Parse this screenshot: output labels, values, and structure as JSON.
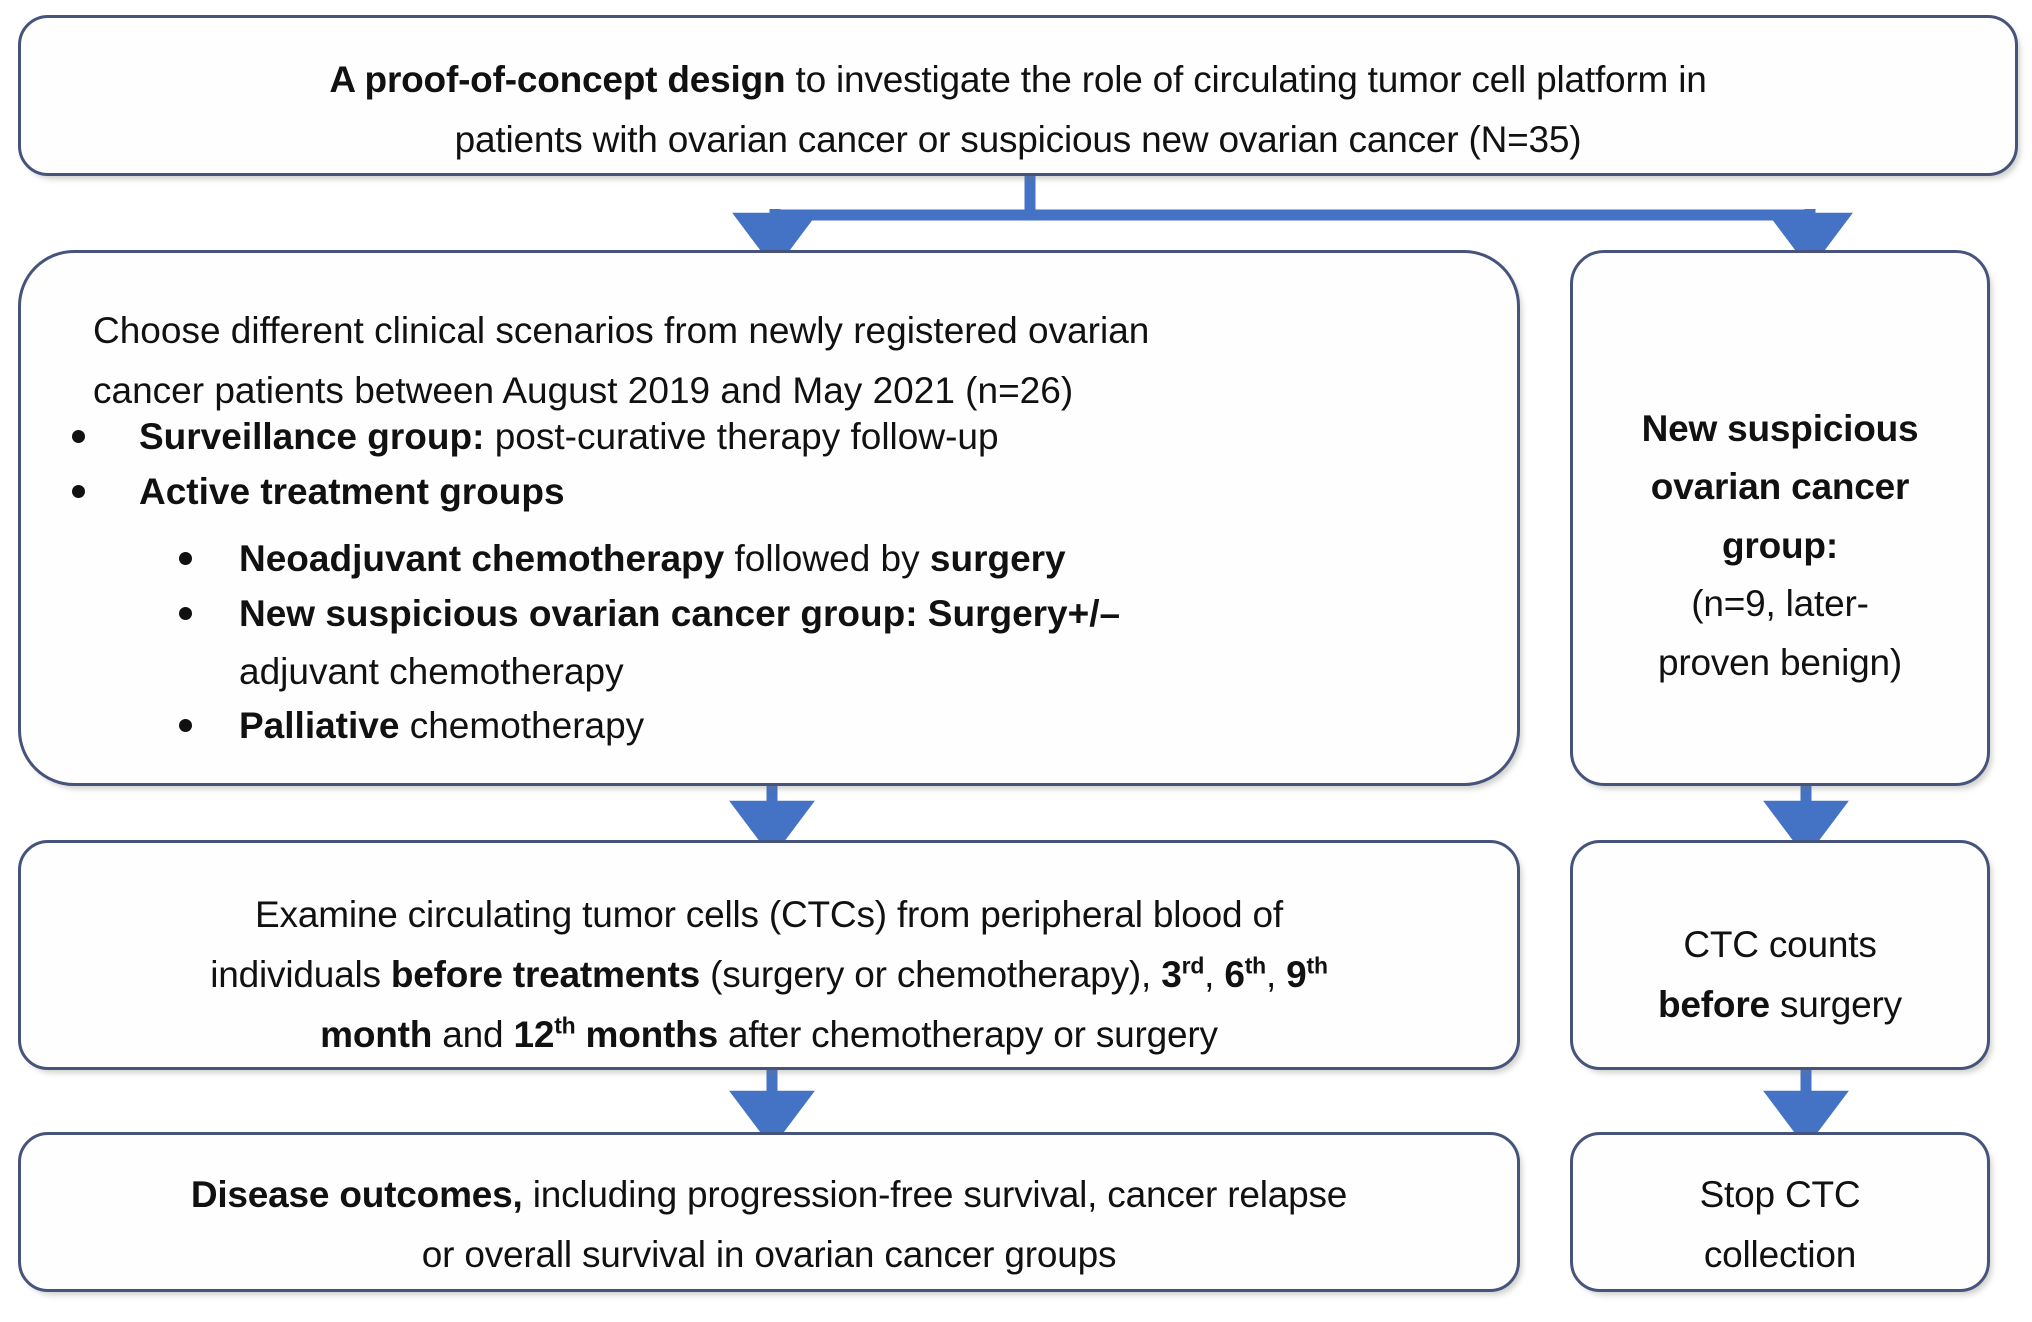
{
  "diagram": {
    "type": "flowchart",
    "title_box": {
      "bold_lead": "A proof-of-concept design",
      "line1_rest": " to investigate the role of circulating tumor cell platform in",
      "line2": "patients with ovarian cancer or suspicious new ovarian cancer (N=35)"
    },
    "scenario_box": {
      "intro_line1": "Choose different clinical scenarios from newly registered ovarian",
      "intro_line2": "cancer patients between August 2019 and May 2021 (n=26)",
      "bullets": [
        {
          "level": 1,
          "bold": "Surveillance group:",
          "rest": " post-curative therapy follow-up"
        },
        {
          "level": 1,
          "bold": "Active treatment groups",
          "rest": ""
        },
        {
          "level": 2,
          "bold": "Neoadjuvant chemotherapy",
          "rest": " followed by ",
          "bold2": "surgery"
        },
        {
          "level": 2,
          "bold": "New suspicious ovarian cancer group: Surgery+/–",
          "rest": "",
          "wrap_line": "adjuvant chemotherapy"
        },
        {
          "level": 2,
          "bold": "Palliative",
          "rest": " chemotherapy"
        }
      ]
    },
    "new_suspicious_box": {
      "bold_line1": "New suspicious",
      "bold_line2": "ovarian cancer",
      "bold_line3": "group:",
      "plain_line1": "(n=9, later-",
      "plain_line2": "proven benign)"
    },
    "ctc_examine_box": {
      "line1": "Examine circulating tumor cells (CTCs) from peripheral blood of",
      "line2_a": "individuals ",
      "line2_bold": "before treatments",
      "line2_b": " (surgery or chemotherapy), ",
      "line2_ord1": "3",
      "line2_ord1_sup": "rd",
      "line2_sep1": ", ",
      "line2_ord2": "6",
      "line2_ord2_sup": "th",
      "line2_sep2": ", ",
      "line2_ord3": "9",
      "line2_ord3_sup": "th",
      "line3_bold_a": "month",
      "line3_mid": " and ",
      "line3_ord": "12",
      "line3_ord_sup": "th",
      "line3_bold_b": " months",
      "line3_rest": " after chemotherapy or surgery"
    },
    "ctc_counts_box": {
      "line1": "CTC counts",
      "line2_bold": "before",
      "line2_rest": " surgery"
    },
    "outcomes_box": {
      "bold_lead": "Disease outcomes,",
      "line1_rest": " including progression-free survival, cancer relapse",
      "line2": "or overall survival in ovarian cancer groups"
    },
    "stop_box": {
      "line1": "Stop CTC",
      "line2": "collection"
    },
    "colors": {
      "box_border": "#46547c",
      "box_fill": "#fefefe",
      "arrow_blue": "#4472c4",
      "text": "#111111",
      "background": "#ffffff"
    }
  }
}
